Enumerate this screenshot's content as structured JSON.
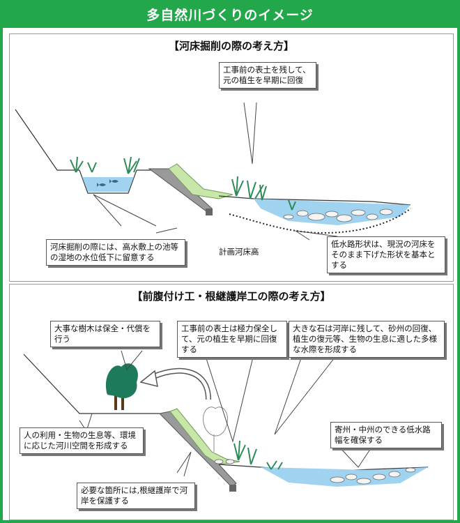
{
  "title": "多自然川づくりのイメージ",
  "section1": {
    "heading": "【河床掘削の際の考え方】",
    "callout_top": "工事前の表土を残して、元の植生を早期に回復",
    "callout_left": "河床掘削の際には、高水敷上の池等の湿地の水位低下に留意する",
    "label_bed": "計画河床高",
    "callout_right": "低水路形状は、現況の河床をそのまま下げた形状を基本とする"
  },
  "section2": {
    "heading": "【前腹付け工・根継護岸工の際の考え方】",
    "callout_trees": "大事な樹木は保全・代償を行う",
    "callout_topsoil": "工事前の表土は極力保全して、元の植生を早期に回復する",
    "callout_stones": "大きな石は河岸に残して、砂州の回復、植生の復元等、生物の生息に適した多様な水際を形成する",
    "callout_use": "人の利用・生物の生息等、環境に応じた河川空間を形成する",
    "callout_revet": "必要な箇所には,根継護岸で河岸を保護する",
    "callout_channel": "寄州・中州のできる低水路幅を確保する"
  },
  "colors": {
    "border": "#22a84a",
    "water": "#9fd3f0",
    "plant": "#2e8b57",
    "tree": "#1d7a5a"
  }
}
